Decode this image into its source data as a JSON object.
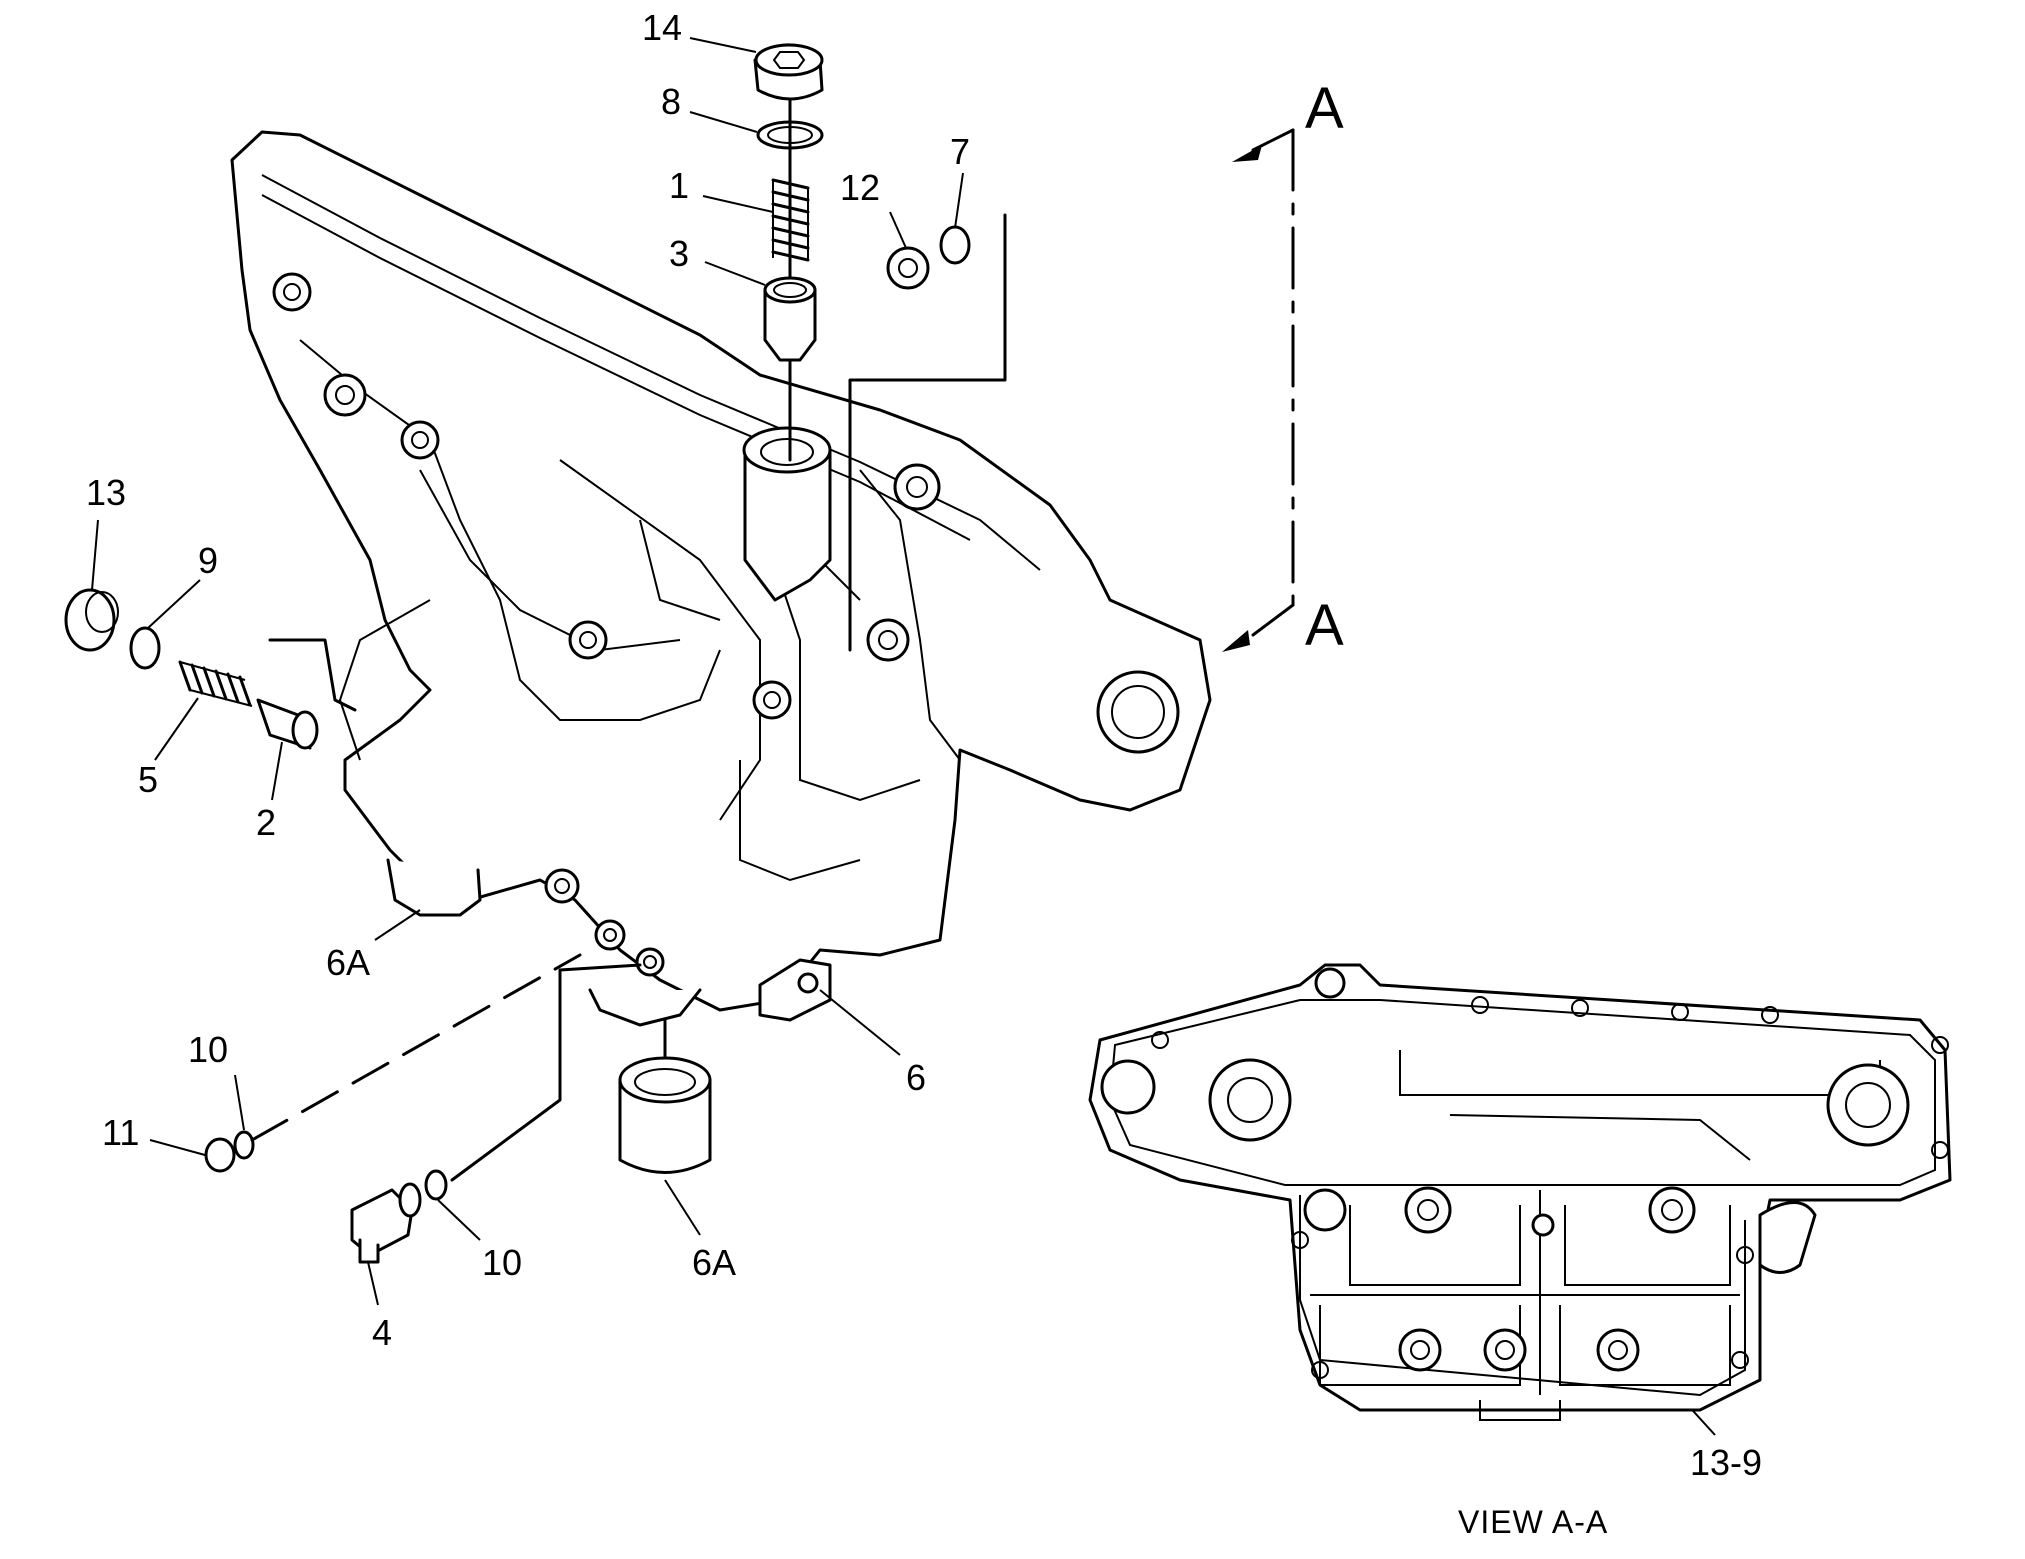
{
  "labels": {
    "p1": "1",
    "p2": "2",
    "p3": "3",
    "p4": "4",
    "p5": "5",
    "p6": "6",
    "p6a_top": "6A",
    "p6a_bottom": "6A",
    "p7": "7",
    "p8": "8",
    "p9": "9",
    "p10_upper": "10",
    "p10_lower": "10",
    "p11": "11",
    "p12": "12",
    "p13": "13",
    "p14": "14",
    "p13_9": "13-9"
  },
  "section": {
    "top": "A",
    "bottom": "A"
  },
  "view_caption": "VIEW  A-A"
}
